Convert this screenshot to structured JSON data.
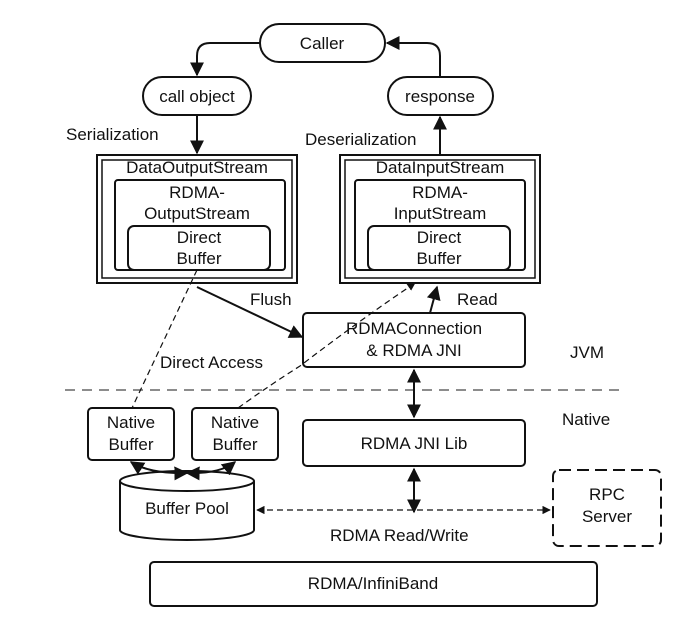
{
  "nodes": {
    "caller": "Caller",
    "call_object": "call object",
    "response": "response",
    "data_output_stream": "DataOutputStream",
    "rdma_output_stream": [
      "RDMA-",
      "OutputStream"
    ],
    "direct_buffer_out": [
      "Direct",
      "Buffer"
    ],
    "data_input_stream": "DataInputStream",
    "rdma_input_stream": [
      "RDMA-",
      "InputStream"
    ],
    "direct_buffer_in": [
      "Direct",
      "Buffer"
    ],
    "rdma_connection": [
      "RDMAConnection",
      "& RDMA JNI"
    ],
    "native_buffer_1": [
      "Native",
      "Buffer"
    ],
    "native_buffer_2": [
      "Native",
      "Buffer"
    ],
    "rdma_jni_lib": "RDMA JNI Lib",
    "buffer_pool": "Buffer Pool",
    "rpc_server": [
      "RPC",
      "Server"
    ],
    "rdma_infiniband": "RDMA/InfiniBand"
  },
  "labels": {
    "serialization": "Serialization",
    "deserialization": "Deserialization",
    "flush": "Flush",
    "read": "Read",
    "direct_access": "Direct Access",
    "jvm": "JVM",
    "native": "Native",
    "rdma_read_write": "RDMA Read/Write"
  }
}
